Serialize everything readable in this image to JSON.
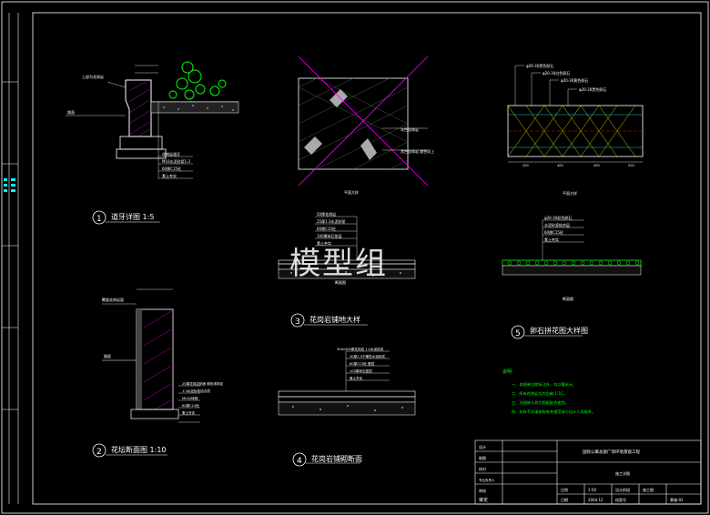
{
  "colors": {
    "frame": "#ffffff",
    "line": "#ffffff",
    "green": "#00ff00",
    "yellow": "#ffff00",
    "cyan": "#00ffff",
    "red": "#ff0000",
    "magenta": "#ff00ff",
    "bg": "#000000"
  },
  "watermark": "模型组",
  "details": {
    "d1": {
      "number": "1",
      "title": "道牙详图  1:5",
      "labels": [
        "上部为花岗岩",
        "路面",
        "花岗岩道牙",
        "M10水泥砂浆1:3",
        "60厚C15砼",
        "素土夯实"
      ]
    },
    "d2": {
      "number": "2",
      "title": "花坛断面图  1:10",
      "labels": [
        "覆盖花岗岩面",
        "路面",
        "25厚花岗岩贴面 颜色现场定",
        "1:3水泥砂浆结合层",
        "MU10砖砌",
        "60厚C15砼",
        "素土夯实"
      ]
    },
    "d3": {
      "number": "3",
      "title": "花岗岩铺地大样",
      "labels": [
        "50厚花岗岩",
        "25厚1:3水泥砂浆",
        "60厚C15砼",
        "100厚碎石垫层",
        "素土夯实"
      ],
      "sublabel": "断面图"
    },
    "d4": {
      "number": "4",
      "title": "花岗岩铺砌断面",
      "labels": [
        "300x300厚花岗岩 1:2水泥砂浆",
        "30厚1:3干硬性水泥砂浆",
        "60厚C15砼 基层",
        "100厚碎石垫层",
        "素土夯实"
      ]
    },
    "d5": {
      "number": "5",
      "title": "卵石拼花图大样图",
      "labels": [
        "φ20-30彩色卵石",
        "水泥砂浆结合层",
        "60厚C15砼",
        "素土夯实"
      ],
      "sublabel": "断面图"
    },
    "plan": {
      "caption": "平面大样",
      "labels": [
        "灰色花岗岩",
        "黑色花岗岩 颜色同上"
      ]
    },
    "plan2": {
      "caption": "平面大样",
      "labels": [
        "φ20-30黑色卵石",
        "φ20-30白色卵石",
        "φ20-30黄色卵石",
        "φ20-30黑色卵石"
      ],
      "dims": [
        "200",
        "400",
        "400",
        "200"
      ]
    }
  },
  "notes": {
    "heading": "说明:",
    "items": [
      "一、本图单位除标注外，均以毫米计。",
      "二、所有花岗岩均为白麻 1:1C。",
      "三、详细修与其它图纸配合使用。",
      "四、如有不详请参照有关规范或与设计人员联系。"
    ]
  },
  "title_block": {
    "project": "国际公寓总部广场环境景观工程",
    "drawing": "施工详图",
    "rows": [
      "设计",
      "制图",
      "校对",
      "专业负责人",
      "审核",
      "审定"
    ],
    "scale_label": "比例",
    "scale_value": "1:50",
    "date_label": "日期",
    "date_value": "2004.12",
    "phase_label": "设计阶段",
    "phase_value": "施工图",
    "no_label": "档案号",
    "sheet_label": "图号",
    "sheet_value": "景施-02"
  }
}
